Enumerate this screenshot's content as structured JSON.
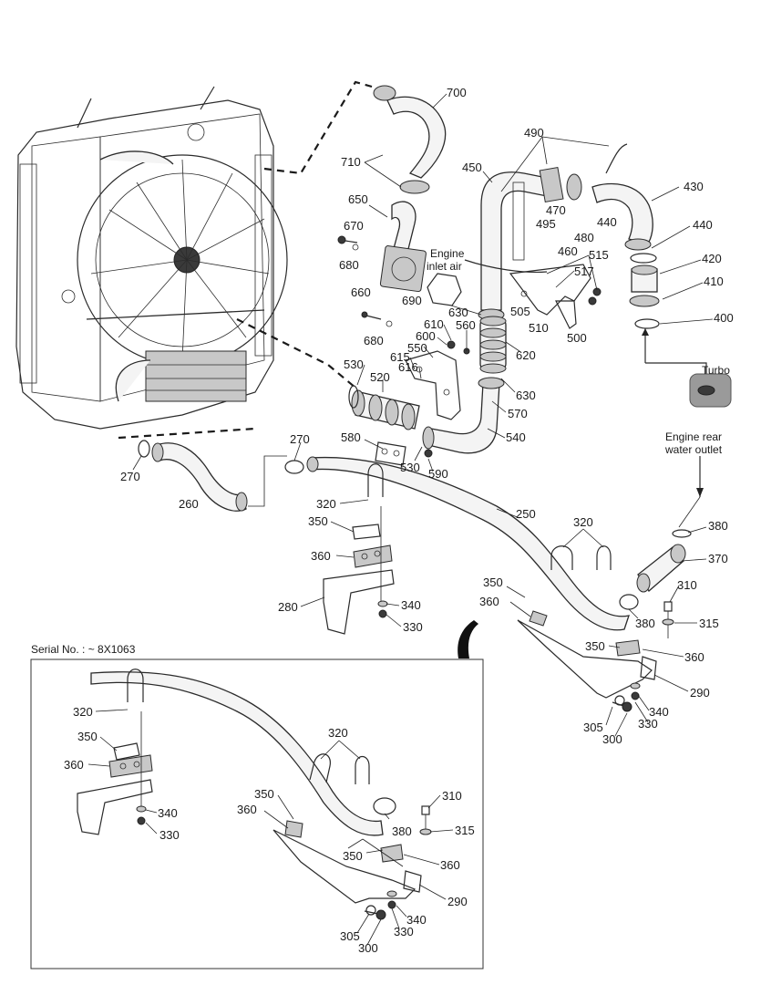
{
  "captions": {
    "engine_inlet_air_line1": "Engine",
    "engine_inlet_air_line2": "inlet air",
    "engine_rear_line1": "Engine rear",
    "engine_rear_line2": "water outlet",
    "turbo": "Turbo",
    "serial_no": "Serial No. : ~ 8X1063"
  },
  "labels": {
    "l700": "700",
    "l710": "710",
    "l650": "650",
    "l670": "670",
    "l680a": "680",
    "l690": "690",
    "l660": "660",
    "l680b": "680",
    "l490": "490",
    "l450": "450",
    "l470": "470",
    "l440a": "440",
    "l430": "430",
    "l495": "495",
    "l480": "480",
    "l440b": "440",
    "l460": "460",
    "l515": "515",
    "l420": "420",
    "l517": "517",
    "l410": "410",
    "l505": "505",
    "l510": "510",
    "l500": "500",
    "l400": "400",
    "l630a": "630",
    "l610": "610",
    "l560": "560",
    "l600": "600",
    "l550": "550",
    "l620": "620",
    "l615": "615",
    "l616": "616",
    "l530a": "530",
    "l520": "520",
    "l630b": "630",
    "l570": "570",
    "l580": "580",
    "l540": "540",
    "l530b": "530",
    "l590": "590",
    "l270a": "270",
    "l270b": "270",
    "l260": "260",
    "l320a": "320",
    "l350a": "350",
    "l360a": "360",
    "l280": "280",
    "l340a": "340",
    "l330a": "330",
    "l250": "250",
    "l320b": "320",
    "l380a": "380",
    "l370": "370",
    "l350b": "350",
    "l360b": "360",
    "l310a": "310",
    "l380b": "380",
    "l315a": "315",
    "l350c": "350",
    "l360c": "360",
    "l290a": "290",
    "l305a": "305",
    "l340b": "340",
    "l300a": "300",
    "l330b": "330",
    "i320a": "320",
    "i350a": "350",
    "i360a": "360",
    "i340a": "340",
    "i330a": "330",
    "i320b": "320",
    "i350b": "350",
    "i310": "310",
    "i360b": "360",
    "i380": "380",
    "i315": "315",
    "i350c": "350",
    "i360c": "360",
    "i290": "290",
    "i340b": "340",
    "i305": "305",
    "i330b": "330",
    "i300": "300"
  }
}
